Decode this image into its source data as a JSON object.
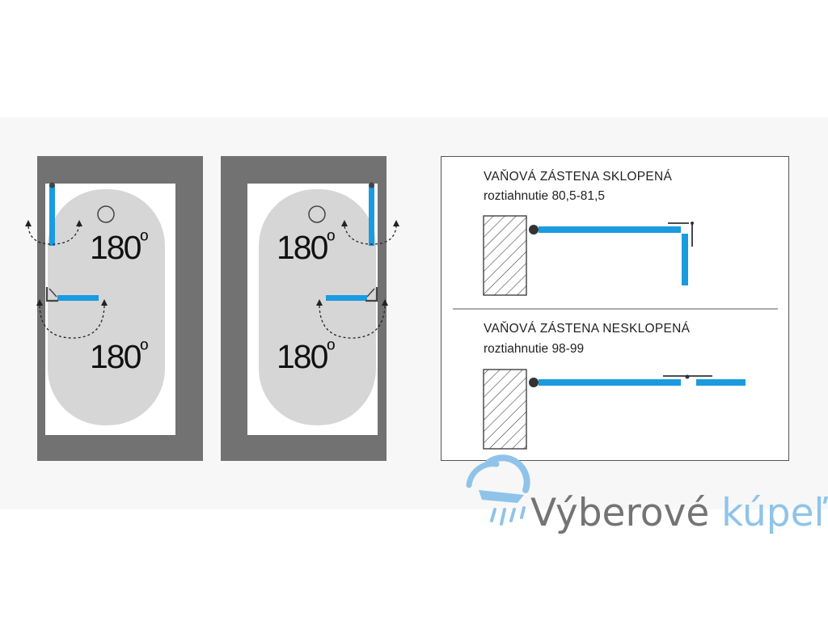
{
  "bathtubs": [
    {
      "upper_angle": "180",
      "lower_angle": "180",
      "unit": "º"
    },
    {
      "upper_angle": "180",
      "lower_angle": "180",
      "unit": "º"
    }
  ],
  "legend": {
    "section1": {
      "title": "VAŇOVÁ ZÁSTENA SKLOPENÁ",
      "subtitle": "roztiahnutie 80,5-81,5"
    },
    "section2": {
      "title": "VAŇOVÁ ZÁSTENA NESKLOPENÁ",
      "subtitle": "roztiahnutie 98-99"
    }
  },
  "watermark": {
    "text_dark": "Výberové ",
    "text_light": "kúpeľ"
  },
  "colors": {
    "wall": "#727272",
    "tub": "#d6d6d6",
    "glass": "#1a9be0",
    "accent": "#8fc3ea"
  }
}
